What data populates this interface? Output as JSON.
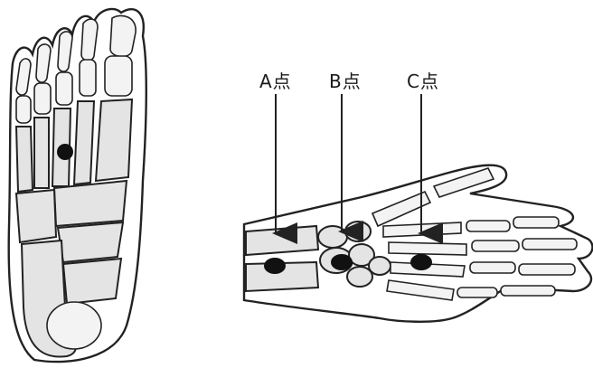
{
  "labels": {
    "a": "A点",
    "b": "B点",
    "c": "C点"
  },
  "colors": {
    "line": "#222222",
    "bone_fill": "#e4e4e4",
    "point": "#111111"
  }
}
